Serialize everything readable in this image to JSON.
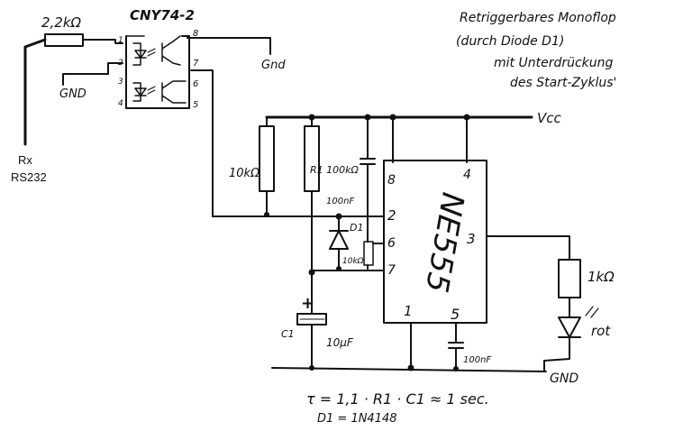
{
  "labels": {
    "r_in": "2,2kΩ",
    "optocoupler": "CNY74-2",
    "gnd_left": "GND",
    "gnd_top": "Gnd",
    "rx": "Rx",
    "rs232": "RS232",
    "title_1": "Retriggerbares Monoflop",
    "title_2": "(durch Diode D1)",
    "title_3": "mit Unterdrückung",
    "title_4": "des Start-Zyklus'",
    "vcc": "Vcc",
    "r_10k": "10kΩ",
    "r1": "R1 100kΩ",
    "c_100n_top": "100nF",
    "d1": "D1",
    "r_10k_small": "10kΩ",
    "ic": "NE555",
    "c1": "C1",
    "c1_value": "10µF",
    "plus": "+",
    "c_100n_bottom": "100nF",
    "r_1k": "1kΩ",
    "led_color": "rot",
    "gnd_bottom": "GND",
    "formula": "τ = 1,1 · R1 · C1 ≈ 1 sec.",
    "diode_type": "D1 = 1N4148",
    "pins": {
      "opto_1": "1",
      "opto_2": "2",
      "opto_3": "3",
      "opto_4": "4",
      "opto_5": "5",
      "opto_6": "6",
      "opto_7": "7",
      "opto_8": "8",
      "ic_8": "8",
      "ic_4": "4",
      "ic_2": "2",
      "ic_6": "6",
      "ic_7": "7",
      "ic_3": "3",
      "ic_1": "1",
      "ic_5": "5"
    }
  },
  "colors": {
    "ink": "#111111",
    "paper": "#ffffff"
  }
}
